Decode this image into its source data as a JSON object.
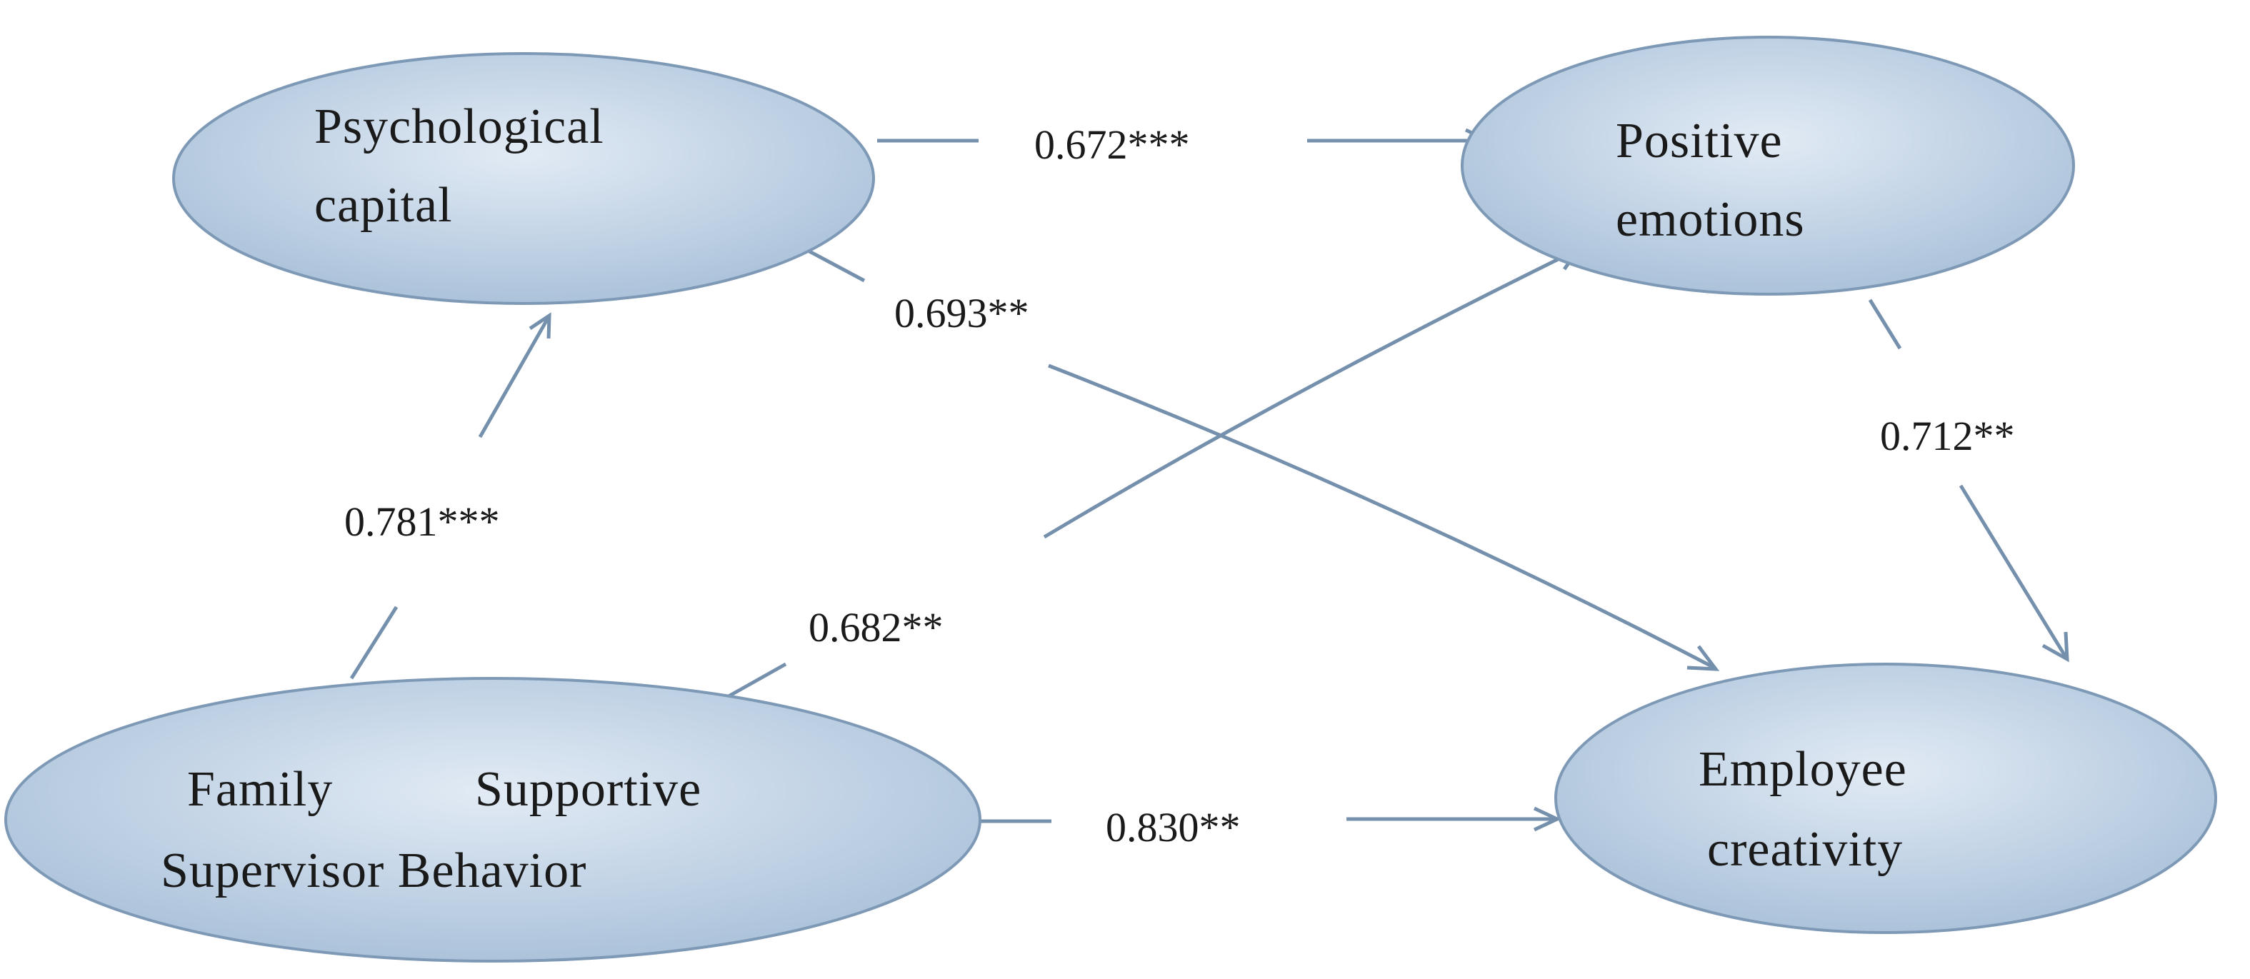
{
  "diagram": {
    "nodes": {
      "psych_capital": {
        "line1": "Psychological",
        "line2": "capital"
      },
      "positive_emotions": {
        "line1": "Positive",
        "line2": "emotions"
      },
      "fssb": {
        "line1a": "Family",
        "line1b": "Supportive",
        "line2": "Supervisor Behavior"
      },
      "employee_creativity": {
        "line1": "Employee",
        "line2": "creativity"
      }
    },
    "edges": {
      "psych_to_positive": "0.672***",
      "psych_to_creativity": "0.693**",
      "fssb_to_psych": "0.781***",
      "fssb_to_positive": "0.682**",
      "positive_to_creativity": "0.712**",
      "fssb_to_creativity": "0.830**"
    },
    "colors": {
      "node_fill_light": "#dbe6f2",
      "node_fill_dark": "#a9c0d9",
      "node_stroke": "#7d99b6",
      "edge": "#7590ad"
    }
  }
}
